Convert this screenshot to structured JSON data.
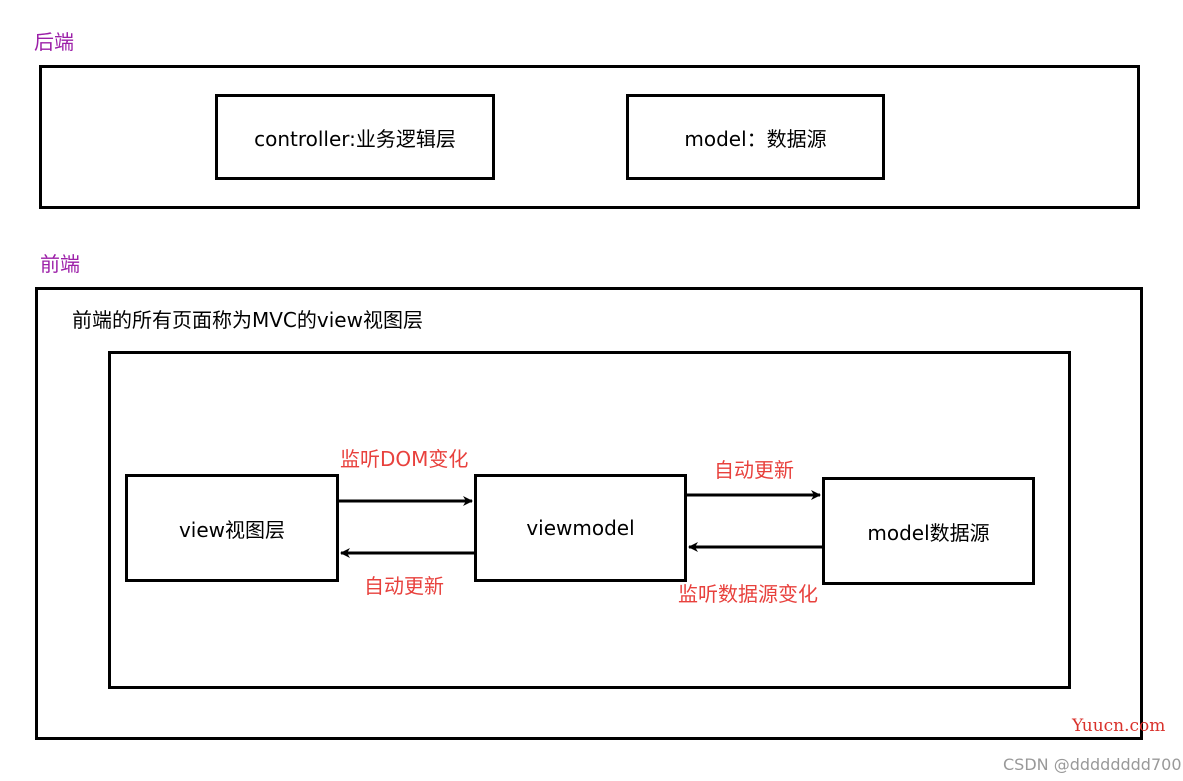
{
  "backend": {
    "label": "后端",
    "controller": "controller:业务逻辑层",
    "model": "model：数据源"
  },
  "frontend": {
    "label": "前端",
    "caption": "前端的所有页面称为MVC的view视图层",
    "view": "view视图层",
    "viewmodel": "viewmodel",
    "model": "model数据源",
    "arrow_view_to_vm": "监听DOM变化",
    "arrow_vm_to_view": "自动更新",
    "arrow_vm_to_model": "自动更新",
    "arrow_model_to_vm": "监听数据源变化"
  },
  "watermarks": {
    "site": "Yuucn.com",
    "author": "CSDN @dddddddd700"
  },
  "colors": {
    "section_label": "#9c1fa8",
    "arrow_label": "#e8413d",
    "stroke": "#000000"
  }
}
